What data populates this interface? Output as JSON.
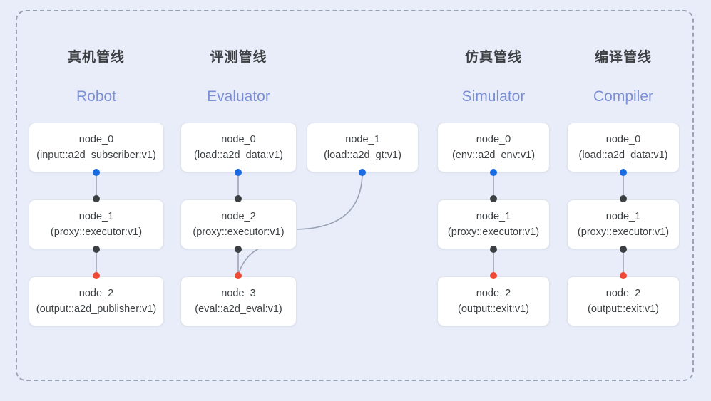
{
  "frame": {
    "label": "pipeline-overview-frame",
    "border_color": "#9aa3b5",
    "background": "#e9edf9"
  },
  "theme": {
    "background": "#e9edf9",
    "node_background": "#ffffff",
    "node_border": "#dfe3ec",
    "title_cn_color": "#3c4043",
    "title_en_color": "#7b8fd4",
    "port_input_color": "#1a6ae0",
    "port_link_color": "#3c4043",
    "port_output_color": "#ec4a36",
    "edge_color": "#9aa3b5"
  },
  "columns": [
    {
      "id": "robot",
      "title_cn": "真机管线",
      "title_en": "Robot",
      "nodes": [
        {
          "name": "node_0",
          "spec": "(input::a2d_subscriber:v1)"
        },
        {
          "name": "node_1",
          "spec": "(proxy::executor:v1)"
        },
        {
          "name": "node_2",
          "spec": "(output::a2d_publisher:v1)"
        }
      ]
    },
    {
      "id": "evaluator",
      "title_cn": "评测管线",
      "title_en": "Evaluator",
      "nodes": [
        {
          "name": "node_0",
          "spec": "(load::a2d_data:v1)"
        },
        {
          "name": "node_1",
          "spec": "(load::a2d_gt:v1)"
        },
        {
          "name": "node_2",
          "spec": "(proxy::executor:v1)"
        },
        {
          "name": "node_3",
          "spec": "(eval::a2d_eval:v1)"
        }
      ]
    },
    {
      "id": "simulator",
      "title_cn": "仿真管线",
      "title_en": "Simulator",
      "nodes": [
        {
          "name": "node_0",
          "spec": "(env::a2d_env:v1)"
        },
        {
          "name": "node_1",
          "spec": "(proxy::executor:v1)"
        },
        {
          "name": "node_2",
          "spec": "(output::exit:v1)"
        }
      ]
    },
    {
      "id": "compiler",
      "title_cn": "编译管线",
      "title_en": "Compiler",
      "nodes": [
        {
          "name": "node_0",
          "spec": "(load::a2d_data:v1)"
        },
        {
          "name": "node_1",
          "spec": "(proxy::executor:v1)"
        },
        {
          "name": "node_2",
          "spec": "(output::exit:v1)"
        }
      ]
    }
  ]
}
